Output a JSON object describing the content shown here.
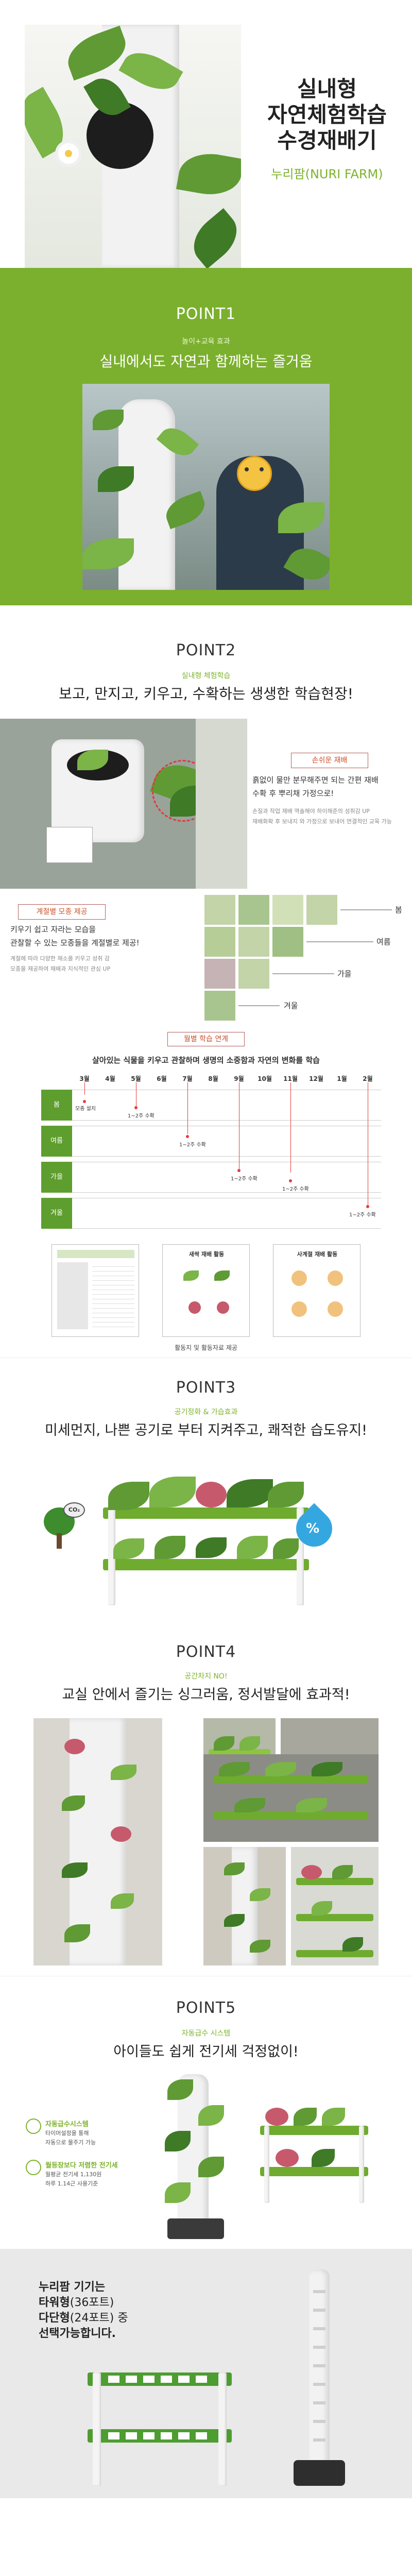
{
  "hero": {
    "title_line1": "실내형",
    "title_line2": "자연체험학습",
    "title_line3": "수경재배기",
    "brand": "누리팜(NURI FARM)"
  },
  "point1": {
    "title": "POINT1",
    "subtitle": "놀이+교육 효과",
    "headline": "실내에서도 자연과 함께하는 즐거움"
  },
  "point2": {
    "title": "POINT2",
    "subtitle": "실내형 체험학습",
    "headline": "보고, 만지고, 키우고, 수확하는 생생한 학습현장!",
    "badge1": "손쉬운 재배",
    "text1": "흙없이 물만 분무해주면 되는 간편 재배\n수확 후 뿌리채 가정으로!",
    "text1_small": "손질과 작업 재배 역솔해야 하이해준의 성취감 UP\n재배화확 후 보내지 와 가정으로 보내어 연결적인 교육 가능",
    "badge2": "계절별 모종 제공",
    "text2": "키우기 쉽고 자라는 모습을\n관찰할 수 있는 모종들을 계절별로 제공!",
    "text2_small": "계절에 따라 다양한 채소를 키우고 성취 감\n모종을 재공하여 채배과 지식적인 관심 UP",
    "seasons": [
      "봄",
      "여름",
      "가을",
      "겨울"
    ]
  },
  "schedule": {
    "badge": "월별 학습 연계",
    "headline": "살아있는 식물을 키우고 관찰하며 생명의 소중함과 자연의 변화를 학습",
    "months": [
      "3월",
      "4월",
      "5월",
      "6월",
      "7월",
      "8월",
      "9월",
      "10월",
      "11월",
      "12월",
      "1월",
      "2월"
    ],
    "rows": [
      "봄",
      "여름",
      "가을",
      "겨울"
    ],
    "tags": [
      "모종 설치",
      "1~2주 수확",
      "1~2주 수확",
      "1~2주 수확",
      "1~2주 수확",
      "1~2주 수확"
    ]
  },
  "worksheet": {
    "caption": "활동지 및 활동자료 제공",
    "card2_title": "새싹 재배 활동",
    "card3_title": "사계절 재배 활동"
  },
  "point3": {
    "title": "POINT3",
    "subtitle": "공기정화 & 가습효과",
    "headline": "미세먼지, 나쁜 공기로 부터 지켜주고, 쾌적한 습도유지!",
    "co2": "CO₂",
    "percent": "%"
  },
  "point4": {
    "title": "POINT4",
    "subtitle": "공간차지 NO!",
    "headline": "교실 안에서 즐기는 싱그러움, 정서발달에 효과적!"
  },
  "point5": {
    "title": "POINT5",
    "subtitle": "자동급수 시스템",
    "headline": "아이들도 쉽게 전기세 걱정없이!",
    "feature1_title": "자동급수시스템",
    "feature1_desc": "타이머설정을 통해\n자동으로 물주기 가능",
    "feature2_title": "월등장보다 저렴한 전기세",
    "feature2_desc": "월평균 전기세 1,130원\n하루 1.14근 사용기준"
  },
  "final": {
    "line1": "누리팜 기기는",
    "line2_a": "타워형",
    "line2_b": "(36포트)",
    "line3_a": "다단형",
    "line3_b": "(24포트) 중",
    "line4": "선택가능합니다."
  }
}
